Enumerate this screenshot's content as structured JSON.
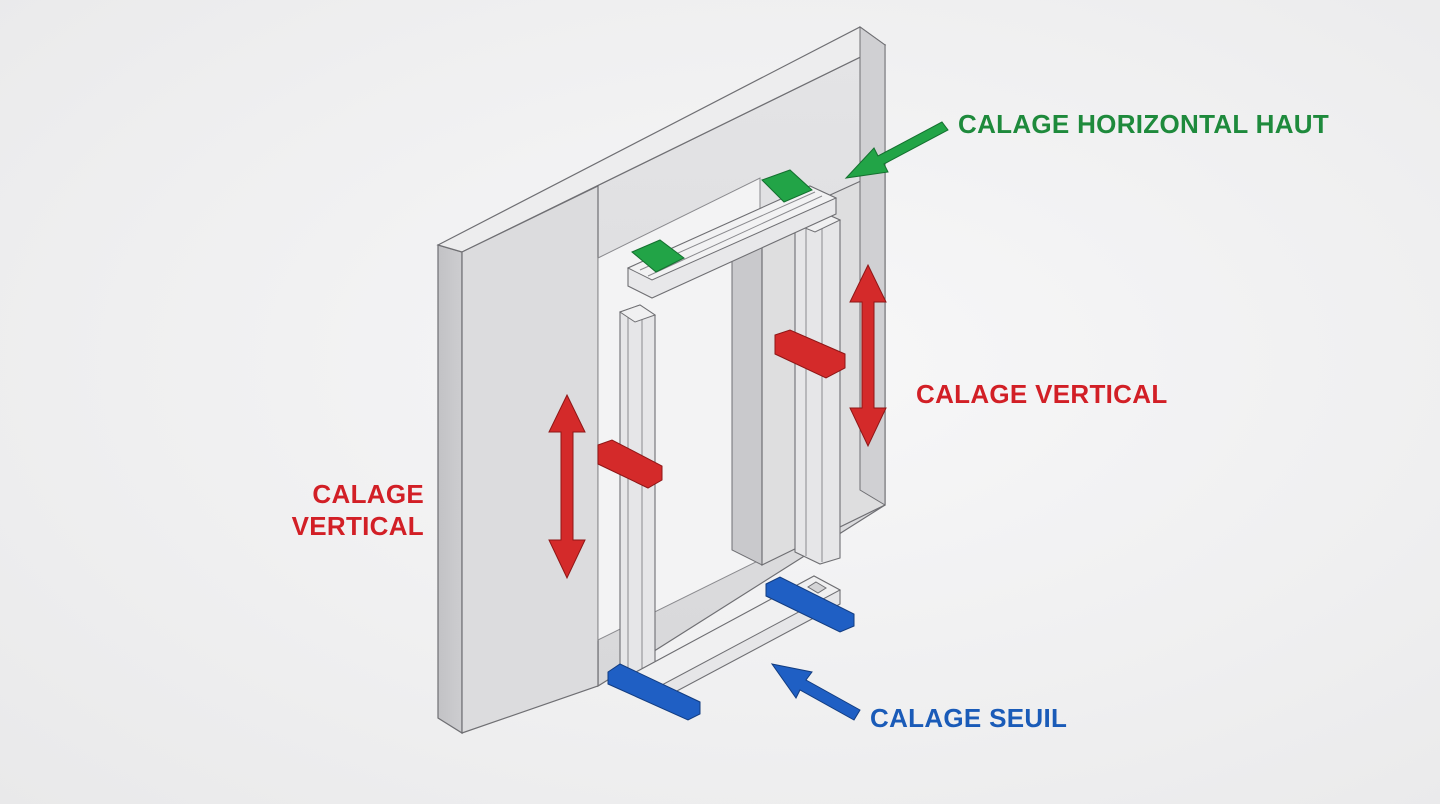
{
  "labels": {
    "top_horizontal": "CALAGE HORIZONTAL HAUT",
    "vertical_right": "CALAGE VERTICAL",
    "vertical_left_line1": "CALAGE",
    "vertical_left_line2": "VERTICAL",
    "threshold": "CALAGE SEUIL"
  },
  "colors": {
    "top_shim": "#22a447",
    "vertical_shim": "#d42a2a",
    "threshold_shim": "#1f5fc4",
    "wall": "#d6d6d8",
    "frame": "#e4e4e6"
  }
}
